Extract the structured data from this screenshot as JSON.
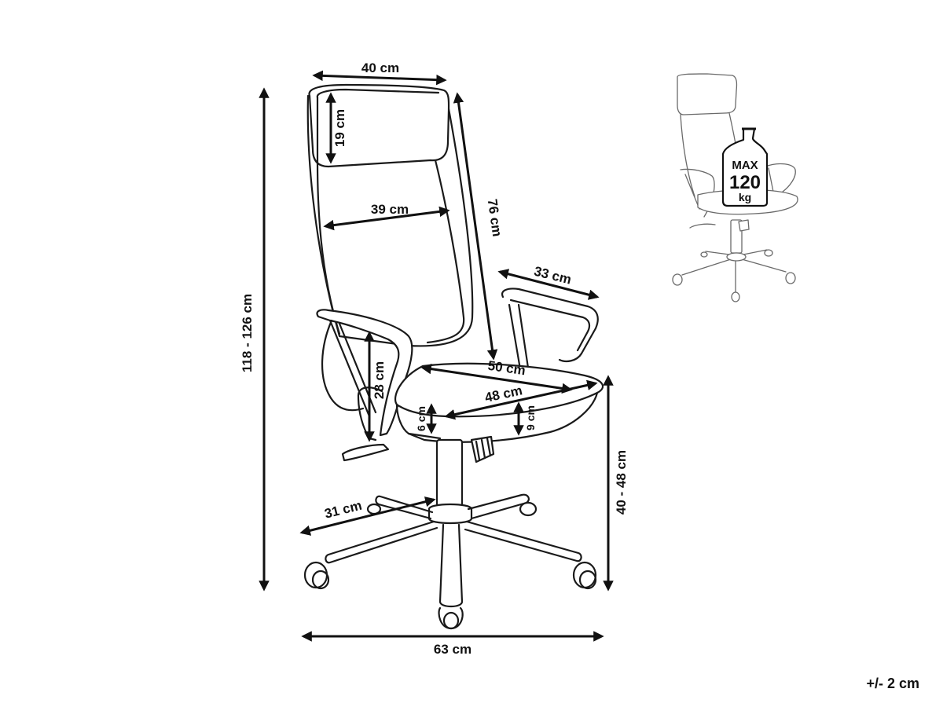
{
  "dimensions": {
    "headrest_width": "40 cm",
    "headrest_height": "19 cm",
    "back_width": "39 cm",
    "back_height": "76 cm",
    "total_height": "118 - 126 cm",
    "armrest_length": "33 cm",
    "armrest_height": "28 cm",
    "seat_depth": "50 cm",
    "seat_width": "48 cm",
    "seat_thickness_front": "9 cm",
    "seat_thickness_side": "6 cm",
    "seat_height": "40 - 48 cm",
    "base_radius": "31 cm",
    "base_width": "63 cm"
  },
  "tolerance": "+/- 2 cm",
  "max_load": {
    "line1": "MAX",
    "line2": "120",
    "line3": "kg"
  }
}
